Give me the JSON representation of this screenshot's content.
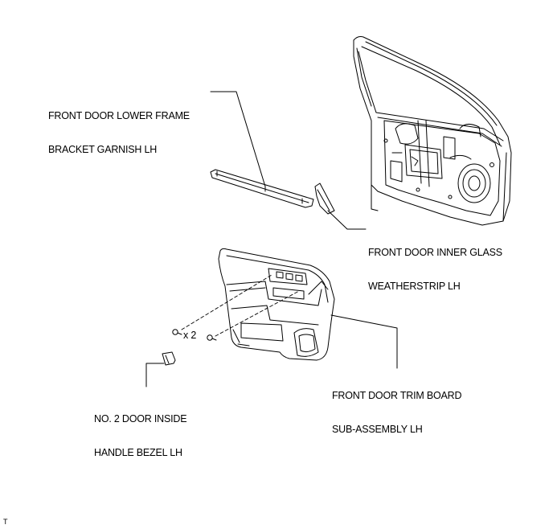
{
  "labels": {
    "lower_frame_garnish": [
      "FRONT DOOR LOWER FRAME",
      "BRACKET GARNISH LH"
    ],
    "inner_glass_weatherstrip": [
      "FRONT DOOR INNER GLASS",
      "WEATHERSTRIP LH"
    ],
    "trim_board": [
      "FRONT DOOR TRIM BOARD",
      "SUB-ASSEMBLY LH"
    ],
    "handle_bezel": [
      "NO. 2 DOOR INSIDE",
      "HANDLE BEZEL LH"
    ],
    "clip_count": "x 2"
  },
  "figure_code": "T"
}
